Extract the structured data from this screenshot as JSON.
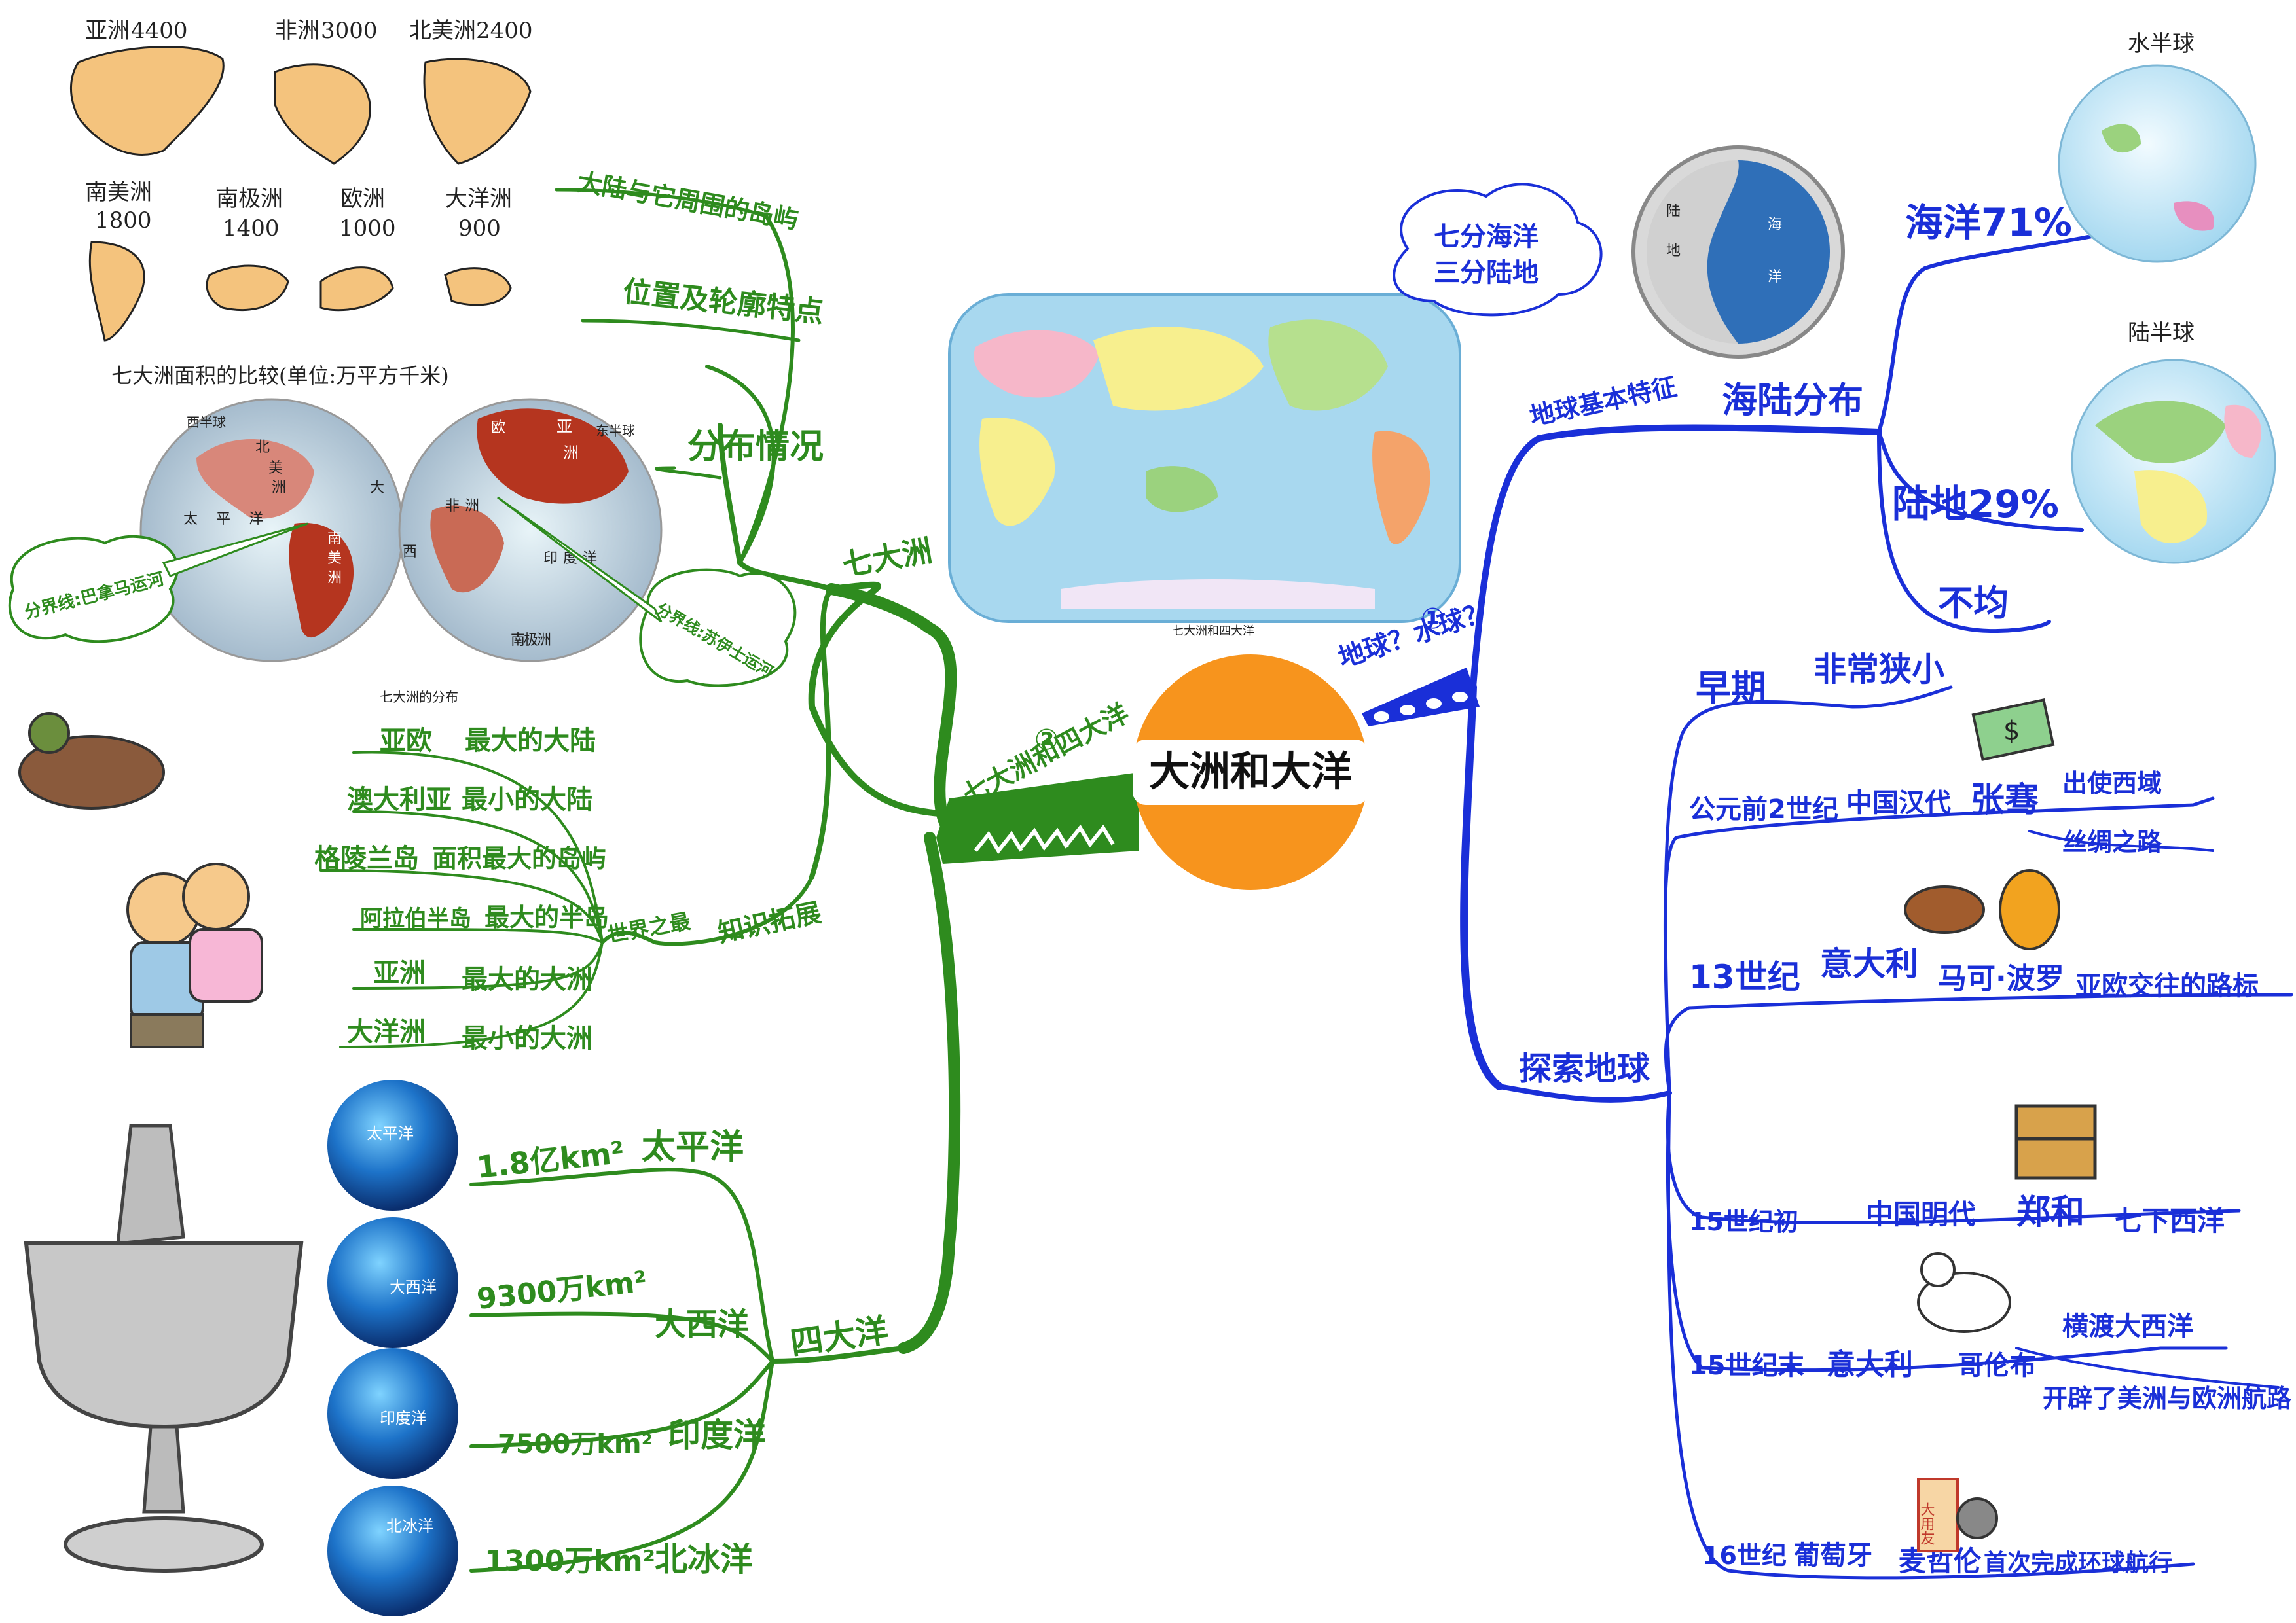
{
  "center": {
    "title": "大洲和大洋"
  },
  "left_branch": {
    "marker": "②",
    "label": "七大洲和四大洋",
    "continents": {
      "label": "七大洲",
      "sub": {
        "islands": "大陆与它周围的岛屿",
        "outline": "位置及轮廓特点",
        "distribution": "分布情况",
        "extension": "知识拓展"
      },
      "world_most": {
        "label": "世界之最",
        "items": [
          {
            "name": "亚欧",
            "desc": "最大的大陆"
          },
          {
            "name": "澳大利亚",
            "desc": "最小的大陆"
          },
          {
            "name": "格陵兰岛",
            "desc": "面积最大的岛屿"
          },
          {
            "name": "阿拉伯半岛",
            "desc": "最大的半岛"
          },
          {
            "name": "亚洲",
            "desc": "最大的大洲"
          },
          {
            "name": "大洋洲",
            "desc": "最小的大洲"
          }
        ]
      },
      "area_caption": "七大洲面积的比较(单位:万平方千米)",
      "areas": [
        {
          "name": "亚洲",
          "value": "4400"
        },
        {
          "name": "非洲",
          "value": "3000"
        },
        {
          "name": "北美洲",
          "value": "2400"
        },
        {
          "name": "南美洲",
          "value": "1800"
        },
        {
          "name": "南极洲",
          "value": "1400"
        },
        {
          "name": "欧洲",
          "value": "1000"
        },
        {
          "name": "大洋洲",
          "value": "900"
        }
      ],
      "dist_map": {
        "west": "西半球",
        "east": "东半球",
        "caption": "七大洲的分布",
        "labels": [
          "北",
          "美",
          "洲",
          "南",
          "美",
          "洲",
          "太",
          "平",
          "洋",
          "大",
          "欧",
          "亚",
          "洲",
          "非",
          "洲",
          "印",
          "度",
          "洋",
          "西",
          "南",
          "极",
          "洲"
        ]
      },
      "callout_left": "分界线:巴拿马运河",
      "callout_right": "分界线:苏伊士运河"
    },
    "oceans": {
      "label": "四大洋",
      "items": [
        {
          "area": "1.8亿km²",
          "name": "太平洋",
          "globe": "太平洋"
        },
        {
          "area": "9300万km²",
          "name": "大西洋",
          "globe": "大西洋"
        },
        {
          "area": "7500万km²",
          "name": "印度洋",
          "globe": "印度洋"
        },
        {
          "area": "1300万km²",
          "name": "北冰洋",
          "globe": "北冰洋"
        }
      ]
    },
    "world_map_caption": "七大洲和四大洋"
  },
  "right_branch": {
    "marker": "①",
    "label": "地球？水球？",
    "earth": {
      "label": "地球基本特征",
      "distribution": "海陆分布",
      "cloud": [
        "七分海洋",
        "三分陆地"
      ],
      "ocean": "海洋71%",
      "land": "陆地29%",
      "uneven": "不均",
      "water_hemisphere": "水半球",
      "land_hemisphere": "陆半球",
      "globe_labels": [
        "陆",
        "地",
        "海",
        "洋"
      ]
    },
    "explore": {
      "label": "探索地球",
      "early": {
        "label": "早期",
        "desc": "非常狭小"
      },
      "events": [
        {
          "time": "公元前2世纪",
          "place": "中国汉代",
          "person": "张骞",
          "deeds": [
            "出使西域",
            "丝绸之路"
          ]
        },
        {
          "time": "13世纪",
          "place": "意大利",
          "person": "马可·波罗",
          "deeds": [
            "亚欧交往的路标"
          ]
        },
        {
          "time": "15世纪初",
          "place": "中国明代",
          "person": "郑和",
          "deeds": [
            "七下西洋"
          ]
        },
        {
          "time": "15世纪末",
          "place": "意大利",
          "person": "哥伦布",
          "deeds": [
            "横渡大西洋",
            "开辟了美洲与欧洲航路"
          ]
        },
        {
          "time": "16世纪",
          "place": "葡萄牙",
          "person": "麦哲伦",
          "deeds": [
            "首次完成环球航行"
          ]
        }
      ],
      "badge": "大用友"
    }
  },
  "colors": {
    "green": "#2e8b1e",
    "blue": "#1a2fd8",
    "orange": "#f7941d",
    "land": "#f4c37d",
    "sea": "#a8d8ef"
  }
}
